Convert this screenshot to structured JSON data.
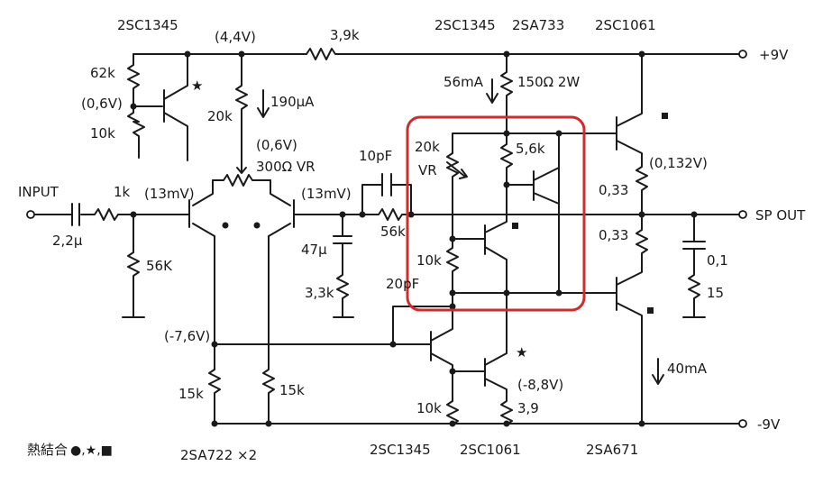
{
  "colors": {
    "ink": "#1a1a1a",
    "highlight": "#d62a2a",
    "background": "#ffffff"
  },
  "labels": {
    "top_tr_left": "2SC1345",
    "top_v_base": "(4,4V)",
    "top_r_39k": "3,9k",
    "top_tr_mid1": "2SC1345",
    "top_tr_mid2": "2SA733",
    "top_tr_right": "2SC1061",
    "vplus": "+9V",
    "r62k": "62k",
    "v06_left": "(0,6V)",
    "r10k_left": "10k",
    "r20k_top": "20k",
    "i190": "190μA",
    "v06_mid": "(0,6V)",
    "vr300": "300Ω VR",
    "i56": "56mA",
    "r150": "150Ω 2W",
    "c10pf": "10pF",
    "r20k_vr": "20k",
    "vr_tag": "VR",
    "r56k_top": "5,6k",
    "v0132": "(0,132V)",
    "r033_top": "0,33",
    "input": "INPUT",
    "r1k": "1k",
    "v13_left": "(13mV)",
    "v13_right": "(13mV)",
    "c22": "2,2μ",
    "r56k_in": "56K",
    "c47": "47μ",
    "r56k_fb": "56k",
    "r10k_vbe": "10k",
    "r33k": "3,3k",
    "c20pf": "20pF",
    "r033_bot": "0,33",
    "c01": "0,1",
    "r15": "15",
    "spout": "SP OUT",
    "v76": "(-7,6V)",
    "r15k_l": "15k",
    "r15k_r": "15k",
    "v88": "(-8,8V)",
    "i40": "40mA",
    "r10k_bot": "10k",
    "r39_bot": "3,9",
    "vminus": "-9V",
    "legend": "熱結合",
    "legend_marks": "●,★,■",
    "bot_pair": "2SA722 ×2",
    "bot_tr1": "2SC1345",
    "bot_tr2": "2SC1061",
    "bot_tr3": "2SA671"
  }
}
